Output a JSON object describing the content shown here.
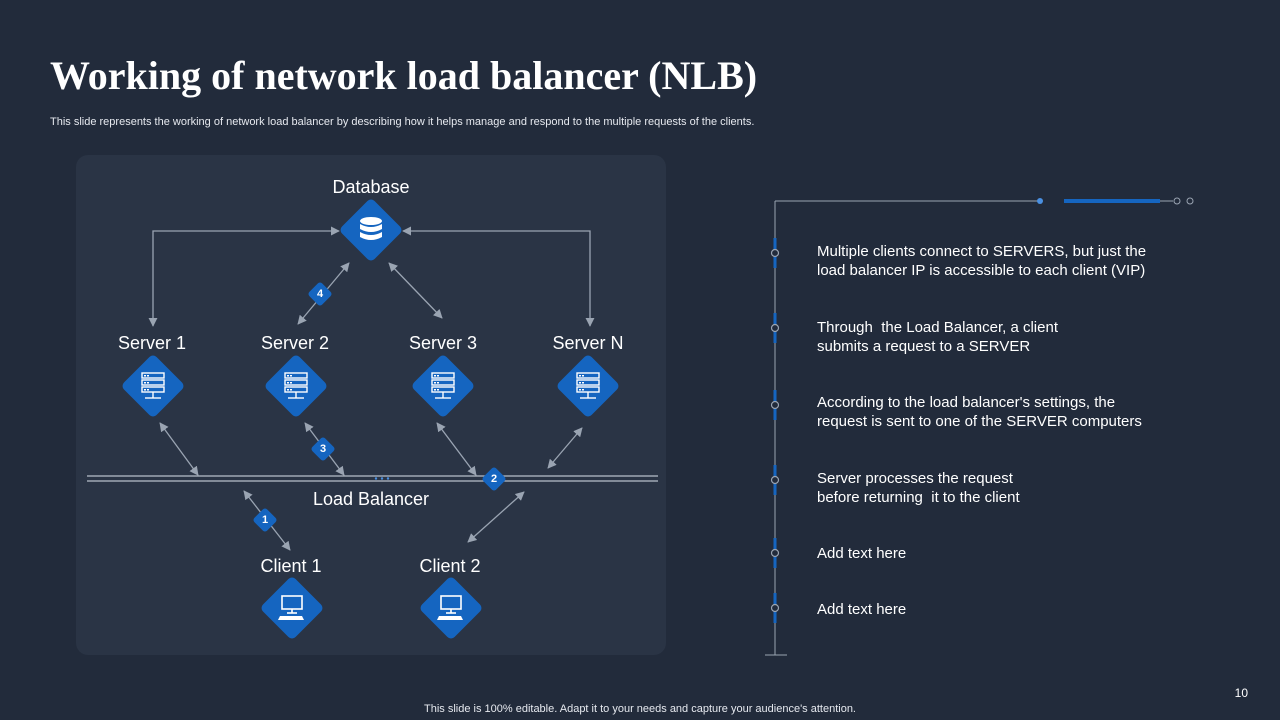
{
  "slide": {
    "title": "Working of network load balancer (NLB)",
    "subtitle": "This slide represents the working of network load balancer by describing how it helps manage and respond to the multiple requests of the clients.",
    "footer": "This slide is 100% editable. Adapt it to your needs and capture your audience's attention.",
    "page_number": "10"
  },
  "diagram": {
    "database_label": "Database",
    "servers": [
      "Server 1",
      "Server 2",
      "Server 3",
      "Server N"
    ],
    "load_balancer_label": "Load Balancer",
    "clients": [
      "Client 1",
      "Client 2"
    ],
    "step_badges": [
      "1",
      "2",
      "3",
      "4"
    ],
    "node_color": "#1565c0",
    "icons": {
      "database": "database-icon",
      "server": "server-rack-icon",
      "client": "computer-icon"
    }
  },
  "steps": [
    {
      "line1": "Multiple clients connect to SERVERS, but just the",
      "line2": "load balancer IP is accessible to each client (VIP)"
    },
    {
      "line1": "Through  the Load Balancer, a client",
      "line2": "submits a request to a SERVER"
    },
    {
      "line1": "According to the load balancer's settings, the",
      "line2": "request is sent to one of the SERVER computers"
    },
    {
      "line1": "Server processes the request",
      "line2": "before returning  it to the client"
    },
    {
      "line1": "Add text here",
      "line2": ""
    },
    {
      "line1": "Add text here",
      "line2": ""
    }
  ]
}
